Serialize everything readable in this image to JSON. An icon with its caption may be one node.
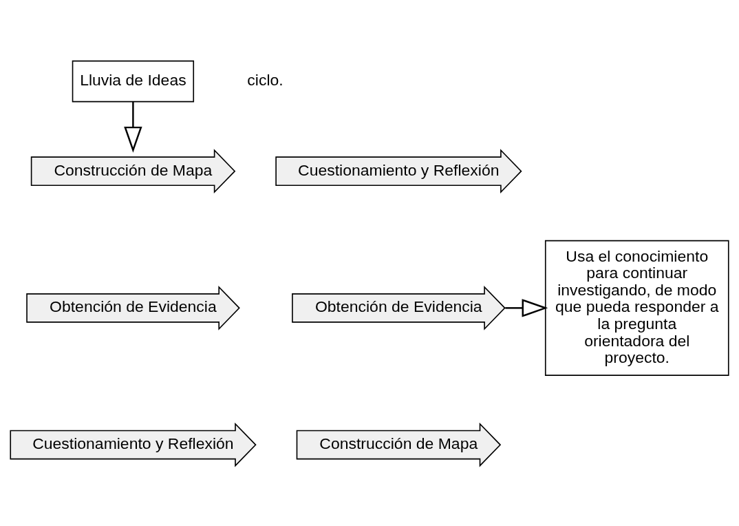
{
  "diagram": {
    "nodes": [
      {
        "text": [
          "Lluvia de Ideas"
        ]
      },
      {
        "text": [
          "Cuestionamiento y Reflexión"
        ]
      },
      {
        "text": [
          "Construcción de Mapa"
        ]
      },
      {
        "text": [
          "Obtención de Evidencia"
        ]
      },
      {
        "text": [
          "Cuestionamiento y Reflexión"
        ]
      },
      {
        "text": [
          "Construcción de Mapa"
        ]
      },
      {
        "text": [
          "Obtención de Evidencia"
        ]
      },
      {
        "text": [
          "Usa el conocimiento para continuar investigando, de modo que pueda responder a la pregunta orientadora del proyecto."
        ]
      }
    ],
    "edges": [
      {
        "from": 0,
        "to": 2,
        "arrow": "to"
      },
      {
        "from": 6,
        "to": 7,
        "arrow": "to"
      }
    ],
    "labels": [
      "ciclo."
    ]
  }
}
